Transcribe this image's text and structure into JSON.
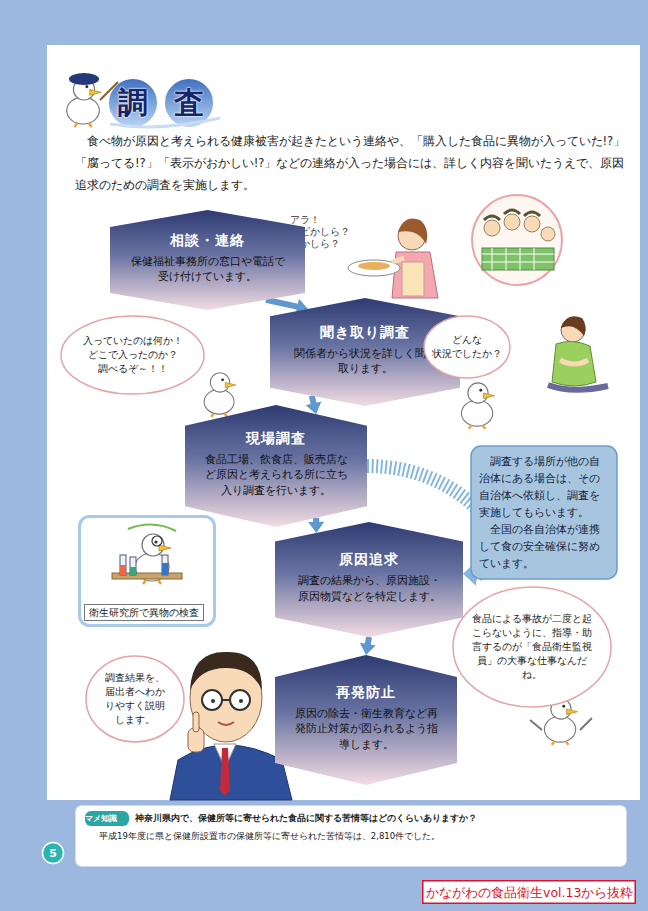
{
  "diagram": {
    "title": "調査",
    "nodes": [
      {
        "text": [
          "相談・連絡",
          "保健福祉事務所の窓口や電話で受け付けています。"
        ]
      },
      {
        "text": [
          "入っていたのは何か！ どこで入ったのか？ 調べるぞ～！！"
        ]
      },
      {
        "text": [
          "聞き取り調査",
          "関係者から状況を詳しく聞き取ります。"
        ]
      },
      {
        "text": [
          "どんな 状況でしたか？"
        ]
      },
      {
        "text": [
          "現場調査",
          "食品工場、飲食店、販売店など原因と考えられる所に立ち入り調査を行います。"
        ]
      },
      {
        "text": [
          "調査する場所が他の自治体にある場合は、その自治体へ依頼し、調査を実施してもらいます。",
          "全国の各自治体が連携して食の安全確保に努めています。"
        ]
      },
      {
        "text": [
          "衛生研究所で異物の検査"
        ]
      },
      {
        "text": [
          "原因追求",
          "調査の結果から、原因施設・原因物質などを特定します。"
        ]
      },
      {
        "text": [
          "食品による事故が二度と起こらないように、指導・助言するのが「食品衛生監視員」の大事な仕事なんだね。"
        ]
      },
      {
        "text": [
          "調査結果を、届出者へわかりやすく説明します。"
        ]
      },
      {
        "text": [
          "再発防止",
          "原因の除去・衛生教育など再発防止対策が図られるよう指導します。"
        ]
      },
      {
        "text": [
          "神奈川県内で、保健所等に寄せられた食品に関する苦情等はどのくらいありますか？",
          "平成19年度に県と保健所設置市の保健所等に寄せられた苦情等は、2,810件でした。"
        ]
      },
      {
        "text": [
          "マメ知識"
        ],
        "in": 11
      },
      {
        "text": [
          "5"
        ]
      },
      {
        "text": [
          "かながわの食品衛生vol.13から抜粋"
        ]
      }
    ],
    "edges": [
      {
        "from": 0,
        "to": 2,
        "arrow": "to"
      },
      {
        "from": 2,
        "to": 4,
        "arrow": "to"
      },
      {
        "from": 4,
        "to": 7,
        "arrow": "to"
      },
      {
        "from": 4,
        "to": 7,
        "arrow": "to"
      },
      {
        "from": 7,
        "to": 10,
        "arrow": "to"
      }
    ],
    "labels": [
      "食べ物が原因と考えられる健康被害が起きたという連絡や、「購入した食品に異物が入っていた!?」「腐ってる!?」「表示がおかしい!?」などの連絡が入った場合には、詳しく内容を聞いたうえで、原因追求のための調査を実施します。",
      "アラ！ カビかしら？ 虫かしら？"
    ]
  }
}
